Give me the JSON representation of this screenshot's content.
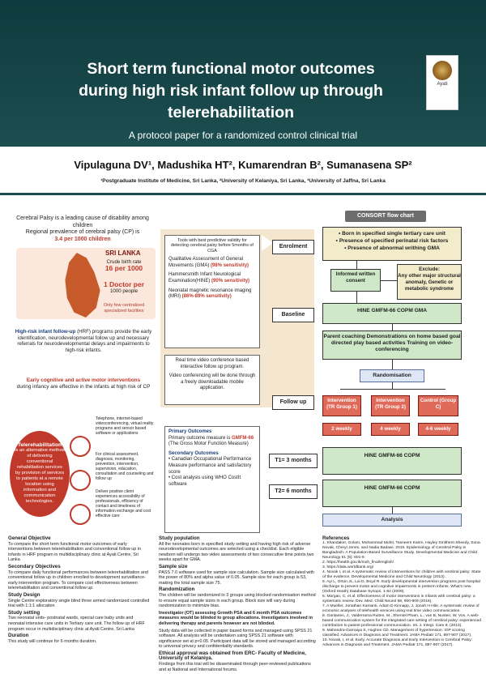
{
  "header": {
    "title_lines": [
      "Short term functional motor outcomes",
      "during high risk infant follow up through",
      "telerehabilitation"
    ],
    "subtitle": "A protocol paper for a randomized control clinical trial",
    "logo_text": "Ayati"
  },
  "authors": "Vipulaguna DV¹, Madushika HT², Kumarendran B², Sumanasena SP²",
  "affiliations": "¹Postgraduate Institute of Medicine, Sri Lanka, ²University of Kelaniya, Sri Lanka, ³University of Jaffna, Sri Lanka",
  "left": {
    "intro1": "Cerebral Palsy is a leading cause of disability among children",
    "intro2": "Regional prevalence of cerebral palsy (CP) is",
    "intro2_red": "3.4 per 1000 children",
    "sri_lanka": "SRI LANKA",
    "crude_label": "Crude birth rate",
    "crude_val": "16 per 1000",
    "doctor_val": "1 Doctor per",
    "doctor_sub": "1000 people",
    "facility": "Only few centralized specialized facilities",
    "hrf_title": "High-risk infant follow-up",
    "hrf_text": "(HRF) programs provide the early identification, neurodevelopmental follow up and necessary referrals for neurodevelopmental delays and impairments to high-risk infants.",
    "early_title": "Early cognitive and active motor interventions",
    "early_text": "during infancy are effective in the infants at high risk of CP",
    "tele_title": "Telerehabilitation",
    "tele_text": "is an alternative method of delivering conventional rehabilitation services by provision of services to patients at a remote location using information and communication technologies.",
    "tele_right_1": "Telephone, internet-based videoconferencing, virtual reality programs and sensor based software or applications",
    "tele_right_2": "For clinical assessment, diagnosis, monitoring, prevention, intervention, supervision, education, consultation and counseling and follow up",
    "tele_right_3": "Deliver positive client experiences accessibility of professionals, efficiency of contact and timeliness of information exchange and cost effective care"
  },
  "middle": {
    "tools_title": "Tools with best predictive validity for detecting cerebral palsy before 5months of CGA",
    "tools": [
      {
        "name": "Qualitative Assessment of General Movements (GMA)",
        "sens": "(98% sensitivity)"
      },
      {
        "name": "Hammersmith Infant Neurological Examination(HINE)",
        "sens": "(90% sensitivity)"
      },
      {
        "name": "Neonatal magnetic resonance imaging (MRI)",
        "sens": "(86%-89% sensitivity)"
      }
    ],
    "video_text1": "Real time video conference based interactive follow up program.",
    "video_text2": "Video conferencing will be done through a freely downloadable mobile application.",
    "primary_title": "Primary Outcomes",
    "primary_text": "Primary outcome measure is",
    "primary_red": "GMFM-66",
    "primary_sub": "(The Gross Motor Function Measure)",
    "secondary_title": "Secondary Outcomes",
    "secondary_items": [
      "Canadian Occupational Performance Measure performance and satisfactory score",
      "Cost analysis using WHO CostIt software"
    ]
  },
  "labels": {
    "enrolment": "Enrolment",
    "baseline": "Baseline",
    "follow_up": "Follow up",
    "t1": "T1= 3 months",
    "t2": "T2= 6 months"
  },
  "consort": {
    "title": "CONSORT flow chart",
    "enrol_items": [
      "Born in specified single tertiary care unit",
      "Presence of specified perinatal risk factors",
      "Presence of abnormal writhing GMA"
    ],
    "informed": "Informed written consent",
    "exclude_title": "Exclude:",
    "exclude_text": "Any other major structural anomaly, Genetic or metabolic syndrome",
    "baseline": "HINE GMFM-66 COPM GMA",
    "coaching": "Parent coaching Demonstrations on home based goal directed play based activities Training on video-conferencing",
    "randomisation": "Randomisation",
    "groups": [
      "Intervention (TR Group 1)",
      "Intervention (TR Group 2)",
      "Control (Group C)"
    ],
    "freq": [
      "2 weekly",
      "4 weekly",
      "4-6 weekly"
    ],
    "t1_out": "HINE GMFM-66 COPM",
    "t2_out": "HINE GMFM-66 COPM",
    "analysis": "Analysis"
  },
  "bottom": {
    "col1": [
      {
        "h": "General Objective",
        "t": "To compare the short term functional motor outcomes of early interventions between telerehabilitation and conventional follow up in infants in HRF program in multidisciplinary clinic at Ayati Centre, Sri Lanka"
      },
      {
        "h": "Secondary Objectives",
        "t": "To compare daily functional performances between telerehabilitation and conventional follow up in children enrolled to development surveillance- early intervention program. To compare cost effectiveness between telerehabilitation and conventional follow up."
      },
      {
        "h": "Study Design",
        "t": "Single Centre exploratory single blind three armed randomized controlled trial with 1:1:1 allocation"
      },
      {
        "h": "Study setting",
        "t": "Two neonatal units- postnatal wards, special care baby units and neonatal intensive care units in Tertiary care unit. The follow up of HRF program occur in multidisciplinary clinic at Ayati Centre, Sri Lanka"
      },
      {
        "h": "Duration",
        "t": "This study will continue for 6 months duration."
      }
    ],
    "col2": [
      {
        "h": "Study population",
        "t": "All the neonates born in specified study setting and having high risk of adverse neurodevelopmental outcomes are selected using a checklist. Each eligible newborn will undergo two video assessments of two consecutive time points two weeks apart for GMA."
      },
      {
        "h": "Sample size",
        "t": "PASS 7.0 software used for sample size calculation. Sample size calculated with the power of 80% and alpha value of 0.05. Sample size for each group is 53, making the total sample size 75."
      },
      {
        "h": "Randomization",
        "t": "The children will be randomized to 3 groups using blocked randomisation method to ensure equal sample sizes in each group. Block size will vary during randomization to minimize bias."
      },
      {
        "h": "",
        "t": "Investigator (OT) assessing Growth PSA and 6 month PSA outcomes measures would be blinded to group allocations. Investigators involved in delivering therapy and parents however are not blinded."
      },
      {
        "h": "",
        "t": "Study data will be collected in paper based forms and managed using SPSS 21 software. All analysis will be undertaken using SPSS 21 software with significance set at p<0.05. Participant data will be stored and managed according to universal privacy and confidentiality standards."
      },
      {
        "h": "Ethical approval was obtained from ERC- Faculty of Medicine, University of Kelaniya.",
        "t": "Findings from this trial will be disseminated through peer-reviewed publications and at National and International forums."
      }
    ],
    "refs_title": "References",
    "refs": [
      "1. Khandaker, Golam, Mohammad Muhit, Tasneem Karim, Hayley Smithers-Sheedy, Sona Novak, Cheryl Jones, and Nadia Badawi. 2019. Epidemiology of Cerebral Palsy in Bangladesh: A Population-Based Surveillance Study. Developmental Medicine and Child Neurology 61 (5): 601-9.",
      "2. https://health.gov.lk/moh_final/english/",
      "3. https://data.worldbank.org/",
      "4. Novak I, et al. A systematic review of interventions for children with cerebral palsy: State of the evidence. Developmental Medicine and Child Neurology (2013).",
      "5. Ayi L, Orton JL, Lai D, Boyd R. Early developmental intervention programs post hospital discharge to prevent motor and cognitive impairments in preterm infants. What's new (Oxford Heath) Database Synops. 1-84 (2009).",
      "6. Morgan, C, et al. Effectiveness of motor interventions in infants with cerebral palsy: a systematic review. Dev. Med. Child Neurol 58, 900-909 (2016).",
      "7. A Mueller, Jonathan Kamanti, Adam D Kinnapp, J, Jonah H Hile. A systematic review of economic analyses of telehealth services using real time video communication.",
      "8. Gantanes, J., Valderrama Ruiten, M., Shentel Pham, L., van B, Nusten, W. Vos. A web-based communication system for the integrated care setting of cerebral palsy: experienced contribution to patient professional communication. Int. J. Integr. Care 9, (2013).",
      "9. Mahendra-Garnaiya S, Hughes CD. Management of hypertension. IOP scoring classified. Advances in Diagnosis and Treatment. JAMA Pediatr 171, 897-907 (2017).",
      "10. Novak, I, et al. Early, Accurate Diagnosis and Early Intervention in Cerebral Palsy: Advances in Diagnosis and Treatment. JAMA Pediatr 171, 897-907 (2017)."
    ]
  }
}
